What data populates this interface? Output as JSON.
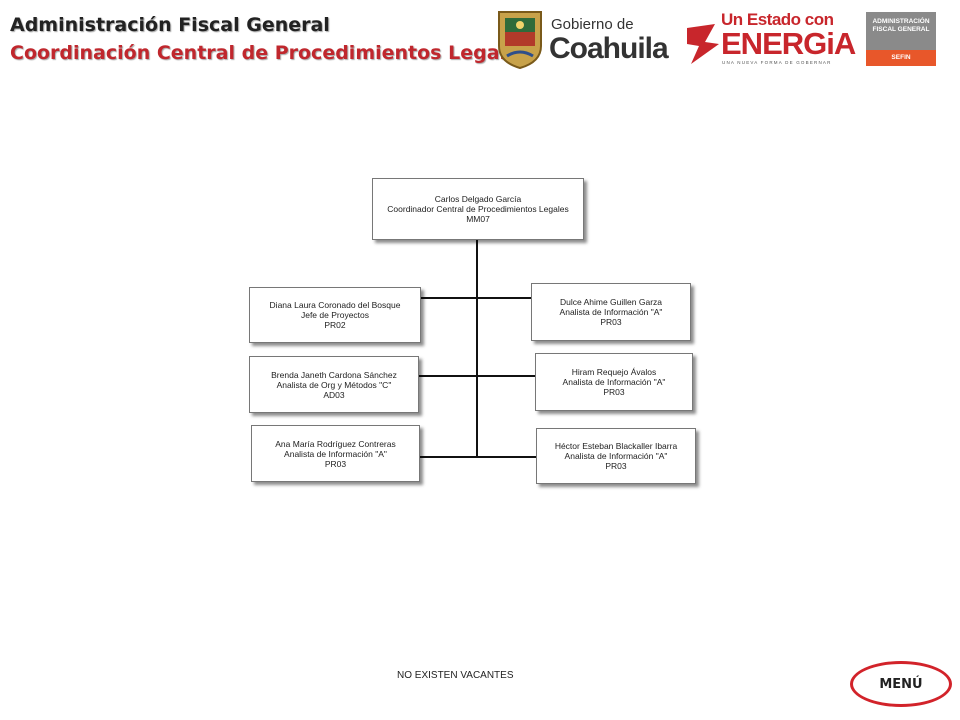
{
  "header": {
    "title": "Administración Fiscal General",
    "subtitle": "Coordinación Central de Procedimientos Legales"
  },
  "logos": {
    "coahuila_line1": "Gobierno de",
    "coahuila_line2": "Coahuila",
    "energia_line1": "Un Estado con",
    "energia_line2": "ENERGiA",
    "energia_tagline": "UNA NUEVA FORMA DE GOBERNAR",
    "sefin_line1": "ADMINISTRACIÓN",
    "sefin_line2": "FISCAL GENERAL",
    "sefin_line3": "SEFIN"
  },
  "org": {
    "root": {
      "name": "Carlos Delgado García",
      "role": "Coordinador Central de Procedimientos Legales",
      "code": "MM07"
    },
    "left": [
      {
        "name": "Diana Laura Coronado del Bosque",
        "role": "Jefe de Proyectos",
        "code": "PR02"
      },
      {
        "name": "Brenda Janeth Cardona Sánchez",
        "role": "Analista de Org y Métodos \"C\"",
        "code": "AD03"
      },
      {
        "name": "Ana María Rodríguez Contreras",
        "role": "Analista de Información \"A\"",
        "code": "PR03"
      }
    ],
    "right": [
      {
        "name": "Dulce Ahime Guillen Garza",
        "role": "Analista de Información \"A\"",
        "code": "PR03"
      },
      {
        "name": "Hiram Requejo Ávalos",
        "role": "Analista de Información \"A\"",
        "code": "PR03"
      },
      {
        "name": "Héctor Esteban Blackaller Ibarra",
        "role": "Analista de Información \"A\"",
        "code": "PR03"
      }
    ]
  },
  "footer": {
    "note": "NO EXISTEN VACANTES",
    "menu_label": "MENÚ"
  },
  "colors": {
    "accent_red": "#c0272d",
    "title_dark": "#222222",
    "sefin_gray": "#8a8a8a",
    "sefin_orange": "#e8572a"
  }
}
